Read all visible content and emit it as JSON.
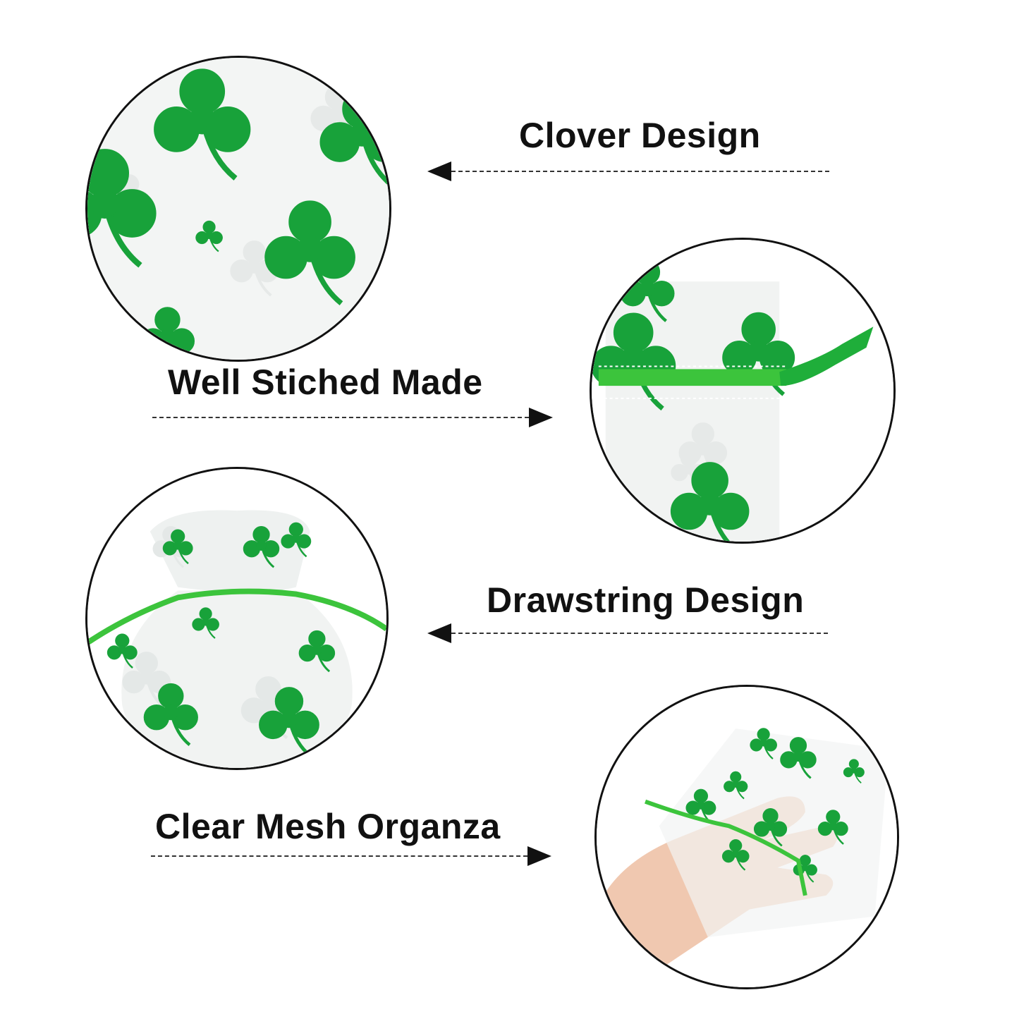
{
  "features": [
    {
      "caption": "Clover Design",
      "arrow": "left"
    },
    {
      "caption": "Well Stiched Made",
      "arrow": "right"
    },
    {
      "caption": "Drawstring Design",
      "arrow": "left"
    },
    {
      "caption": "Clear Mesh Organza",
      "arrow": "right"
    }
  ],
  "colors": {
    "clover_green": "#18a23a",
    "dark_green": "#0c7a28",
    "silver_clover": "#e6e9e8",
    "string_green": "#3cc43c",
    "outline": "#111111",
    "skin": "#f0c8b0"
  },
  "icons": [
    "clover-icon",
    "arrow-left-icon",
    "arrow-right-icon"
  ]
}
